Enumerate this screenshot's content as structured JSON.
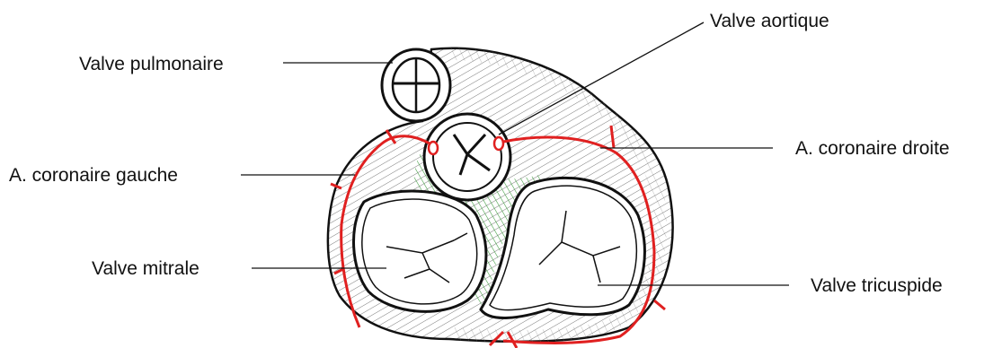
{
  "labels": {
    "aortic_valve": "Valve aortique",
    "pulmonary_valve": "Valve pulmonaire",
    "right_coronary": "A. coronaire droite",
    "left_coronary": "A. coronaire gauche",
    "mitral_valve": "Valve mitrale",
    "tricuspid_valve": "Valve tricuspide"
  },
  "colors": {
    "outline": "#111111",
    "coronary_artery": "#e02020",
    "fibrous_skeleton": "#3a9a3a",
    "hatching": "#555555"
  }
}
